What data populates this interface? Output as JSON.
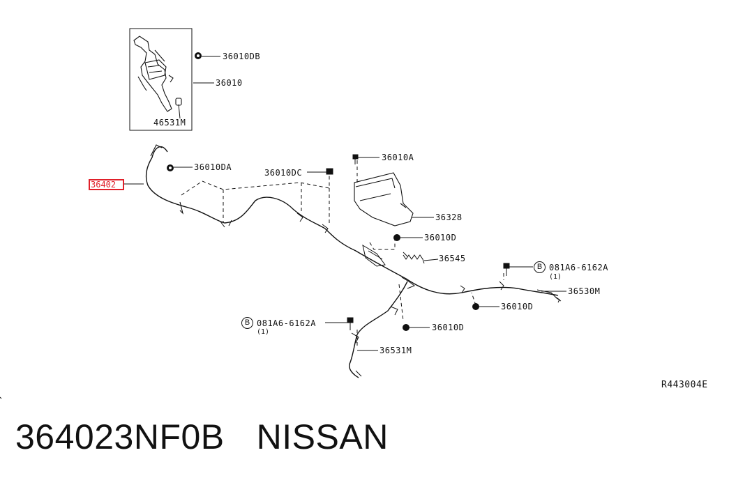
{
  "labels": {
    "l36010DB": "36010DB",
    "l36010": "36010",
    "l46531M": "46531M",
    "l36010DA": "36010DA",
    "l36402": "36402",
    "l36010DC": "36010DC",
    "l36010A": "36010A",
    "l36328": "36328",
    "l36010D_a": "36010D",
    "l36545": "36545",
    "l081A6_right": "081A6-6162A",
    "l081A6_right_qty": "(1)",
    "l36530M": "36530M",
    "l36010D_b": "36010D",
    "l081A6_left": "081A6-6162A",
    "l081A6_left_qty": "(1)",
    "l36010D_c": "36010D",
    "l36531M": "36531M",
    "circle_right": "B",
    "circle_left": "B"
  },
  "reference_code": "R443004E",
  "footer": {
    "part_number": "364023NF0B",
    "brand": "NISSAN"
  },
  "colors": {
    "highlight": "#e0202a",
    "ink": "#111111"
  }
}
